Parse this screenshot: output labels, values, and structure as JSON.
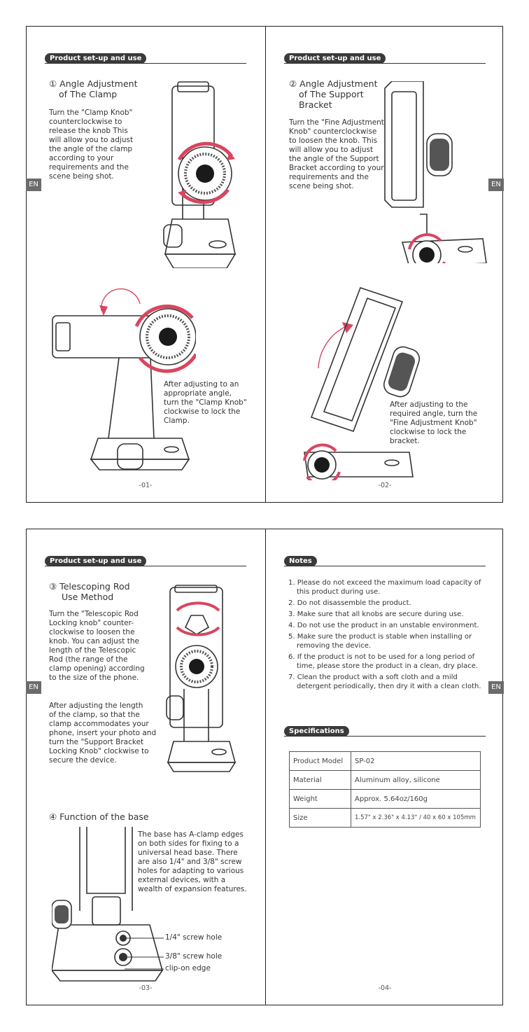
{
  "pages": {
    "p1": {
      "section": "Product set-up and use",
      "en": "EN",
      "title_line1": "① Angle Adjustment",
      "title_line2": "of The Clamp",
      "body": [
        "Turn the \"Clamp Knob\"",
        "counterclockwise to",
        "release the knob This",
        "will allow you to adjust",
        "the angle of the clamp",
        "according to your",
        "requirements and the",
        "scene being shot."
      ],
      "after": [
        "After adjusting to an",
        "appropriate angle,",
        "turn the \"Clamp Knob\"",
        "clockwise to lock the",
        "Clamp."
      ],
      "page_number": "-01-"
    },
    "p2": {
      "section": "Product set-up and use",
      "en": "EN",
      "title_line1": "② Angle Adjustment",
      "title_line2": "of The Support",
      "title_line3": "Bracket",
      "body": [
        "Turn the \"Fine Adjustment",
        "Knob\" counterclockwise",
        "to loosen the knob. This",
        "will allow you to adjust",
        "the angle of the Support",
        "Bracket according to your",
        "requirements and the",
        "scene being shot."
      ],
      "after": [
        "After adjusting to the",
        "required angle, turn the",
        "\"Fine Adjustment Knob\"",
        "clockwise to lock the",
        "bracket."
      ],
      "page_number": "-02-"
    },
    "p3": {
      "section": "Product set-up and use",
      "en": "EN",
      "title_line1": "③ Telescoping Rod",
      "title_line2": "Use Method",
      "body": [
        "Turn the \"Telescopic Rod",
        "Locking knob\" counter-",
        "clockwise to loosen the",
        "knob. You can adjust the",
        "length of the Telescopic",
        "Rod (the range of the",
        "clamp opening) according",
        "to the size of the phone."
      ],
      "body2": [
        "After adjusting the length",
        "of the clamp, so that the",
        "clamp accommodates your",
        "phone, insert your photo and",
        "turn the \"Support Bracket",
        "Locking Knob\" clockwise to",
        "secure the device."
      ],
      "title4": "④ Function of the base",
      "base_text": [
        "The base has A-clamp edges",
        "on both sides for fixing to a",
        "universal head base. There",
        "are also 1/4\" and 3/8\" screw",
        "holes for adapting to various",
        "external devices, with a",
        "wealth of expansion features."
      ],
      "callout_1": "1/4\" screw hole",
      "callout_2": "3/8\" screw hole",
      "callout_3": "clip-on edge",
      "page_number": "-03-"
    },
    "p4": {
      "notes_label": "Notes",
      "en": "EN",
      "notes": [
        "1. Please do not exceed the maximum load capacity of this product during use.",
        "2. Do not disassemble the product.",
        "3. Make sure that all knobs are secure during use.",
        "4. Do not use the product in an unstable environment.",
        "5. Make sure the product is stable when installing or removing the device.",
        "6. If the product is not to be used for a long period of time, please store the product in a clean, dry place.",
        "7. Clean the product with a soft cloth and a mild detergent periodically, then dry it with a clean cloth."
      ],
      "spec_label": "Specifications",
      "specs": [
        {
          "k": "Product Model",
          "v": "SP-02"
        },
        {
          "k": "Material",
          "v": "Aluminum alloy, silicone"
        },
        {
          "k": "Weight",
          "v": "Approx. 5.64oz/160g"
        },
        {
          "k": "Size",
          "v": "1.57\" x 2.36\" x 4.13\" / 40 x 60 x 105mm"
        }
      ],
      "page_number": "-04-"
    }
  },
  "colors": {
    "arrow": "#d9455f",
    "pill": "#3a3a3a",
    "en_tab": "#6b6b6b"
  }
}
